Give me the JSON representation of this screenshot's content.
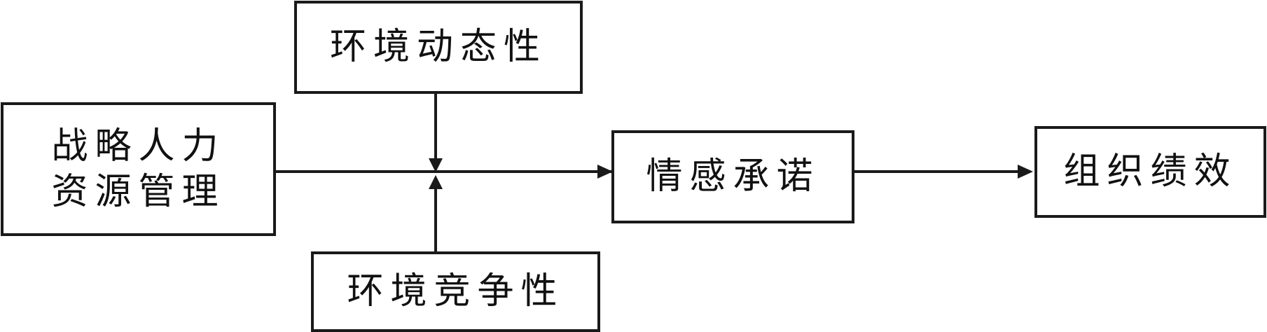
{
  "nodes": {
    "env_dynamism": {
      "label": "环境动态性"
    },
    "strategic_hrm": {
      "line1": "战略人力",
      "line2": "资源管理"
    },
    "affective_commitment": {
      "label": "情感承诺"
    },
    "org_performance": {
      "label": "组织绩效"
    },
    "env_competitiveness": {
      "label": "环境竞争性"
    }
  },
  "colors": {
    "stroke": "#1a1a1a",
    "background": "#ffffff",
    "text": "#111111"
  }
}
